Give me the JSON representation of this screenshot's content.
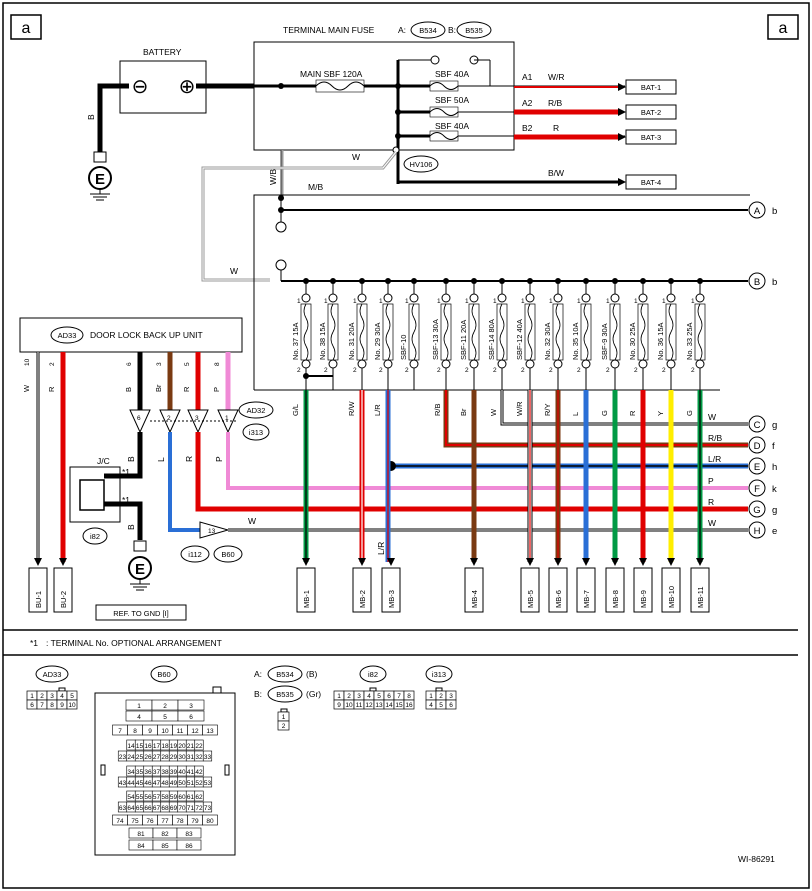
{
  "frame": {
    "corner_label": "a"
  },
  "fuse_box": {
    "title": "TERMINAL MAIN FUSE",
    "connector_prefix_a": "A:",
    "connector_a": "B534",
    "connector_prefix_b": "B:",
    "connector_b": "B535",
    "main_sbf": "MAIN SBF 120A",
    "sbf_a1": "SBF 40A",
    "sbf_a2": "SBF 50A",
    "sbf_b2": "SBF 40A",
    "connector_hv": "HV106"
  },
  "battery": {
    "label": "BATTERY",
    "minus": "⊖",
    "plus": "⊕",
    "wire_color": "B"
  },
  "ground": {
    "symbol": "E",
    "ref_label": "REF. TO GND [I]"
  },
  "bat_outputs": [
    {
      "pin": "A1",
      "wire": "W/R",
      "label": "BAT-1"
    },
    {
      "pin": "A2",
      "wire": "R/B",
      "label": "BAT-2"
    },
    {
      "pin": "B2",
      "wire": "R",
      "label": "BAT-3"
    },
    {
      "pin": "",
      "wire": "B/W",
      "label": "BAT-4"
    }
  ],
  "wire_labels": {
    "w1": "W",
    "wb": "W/B",
    "mb": "M/B",
    "w2": "W"
  },
  "bus_refs": [
    {
      "id": "A",
      "letter": "b"
    },
    {
      "id": "B",
      "letter": "b"
    }
  ],
  "fuses": [
    {
      "name": "No. 37 15A",
      "wire": "G/L"
    },
    {
      "name": "No. 38 15A",
      "wire": ""
    },
    {
      "name": "No. 31 20A",
      "wire": "R/W"
    },
    {
      "name": "No. 29 30A",
      "wire": "L/R"
    },
    {
      "name": "SBF-10",
      "wire": ""
    },
    {
      "name": "SBF-13 30A",
      "wire": "R/B"
    },
    {
      "name": "SBF-11 20A",
      "wire": "Br"
    },
    {
      "name": "SBF-14 80A",
      "wire": "W"
    },
    {
      "name": "SBF-12 40A",
      "wire": "W/R"
    },
    {
      "name": "No. 32 30A",
      "wire": "R/Y"
    },
    {
      "name": "No. 35 10A",
      "wire": "L"
    },
    {
      "name": "SBF-9 30A",
      "wire": "G"
    },
    {
      "name": "No. 30 25A",
      "wire": "R"
    },
    {
      "name": "No. 36 15A",
      "wire": "Y"
    },
    {
      "name": "No. 33 25A",
      "wire": "G"
    }
  ],
  "pin_labels": {
    "top": "1",
    "bottom": "2"
  },
  "door_lock": {
    "connector": "AD33",
    "title": "DOOR LOCK BACK UP UNIT",
    "pins": [
      "10",
      "2",
      "6",
      "3",
      "5",
      "8"
    ],
    "wires": [
      "W",
      "R",
      "B",
      "Br",
      "R",
      "P"
    ]
  },
  "ad32": {
    "connector_a": "AD32",
    "connector_b": "i313",
    "pins": [
      "6",
      "2",
      "3",
      "1"
    ],
    "lower_wires": [
      "B",
      "L",
      "R",
      "P"
    ]
  },
  "jc": {
    "label": "J/C",
    "star": "*1",
    "connector": "i82",
    "lower_wire": "B"
  },
  "i112": {
    "pin": "13",
    "connector_a": "i112",
    "connector_b": "B60",
    "wire": "W"
  },
  "right_refs": [
    {
      "id": "C",
      "letter": "g",
      "wire": "W"
    },
    {
      "id": "D",
      "letter": "f",
      "wire": "R/B"
    },
    {
      "id": "E",
      "letter": "h",
      "wire": "L/R"
    },
    {
      "id": "F",
      "letter": "k",
      "wire": "P"
    },
    {
      "id": "G",
      "letter": "g",
      "wire": "R"
    },
    {
      "id": "H",
      "letter": "e",
      "wire": "W"
    }
  ],
  "lr_wire": "L/R",
  "bottom_connectors": [
    "BU-1",
    "BU-2",
    "MB-1",
    "MB-2",
    "MB-3",
    "MB-4",
    "MB-5",
    "MB-6",
    "MB-7",
    "MB-8",
    "MB-9",
    "MB-10",
    "MB-11"
  ],
  "footnote": {
    "star": "*1",
    "text": ": TERMINAL No. OPTIONAL ARRANGEMENT"
  },
  "legend": {
    "ad33": {
      "name": "AD33",
      "rows": [
        [
          "1",
          "2",
          "3",
          "4",
          "5"
        ],
        [
          "6",
          "7",
          "8",
          "9",
          "10"
        ]
      ]
    },
    "b60": {
      "name": "B60"
    },
    "b534": {
      "prefix": "A:",
      "name": "B534",
      "color": "(B)"
    },
    "b535": {
      "prefix": "B:",
      "name": "B535",
      "color": "(Gr)",
      "pins": [
        "1",
        "2"
      ]
    },
    "i82": {
      "name": "i82",
      "rows": [
        [
          "1",
          "2",
          "3",
          "4",
          "5",
          "6",
          "7",
          "8"
        ],
        [
          "9",
          "10",
          "11",
          "12",
          "13",
          "14",
          "15",
          "16"
        ]
      ]
    },
    "i313": {
      "name": "i313",
      "rows": [
        [
          "1",
          "2",
          "3"
        ],
        [
          "4",
          "5",
          "6"
        ]
      ]
    }
  },
  "b60_rows": [
    [
      "1",
      "2",
      "3"
    ],
    [
      "4",
      "5",
      "6"
    ],
    [
      "7",
      "8",
      "9",
      "10",
      "11",
      "12",
      "13"
    ],
    [
      "14",
      "15",
      "16",
      "17",
      "18",
      "19",
      "20",
      "21",
      "22"
    ],
    [
      "23",
      "24",
      "25",
      "26",
      "27",
      "28",
      "29",
      "30",
      "31",
      "32",
      "33"
    ],
    [
      "34",
      "35",
      "36",
      "37",
      "38",
      "39",
      "40",
      "41",
      "42"
    ],
    [
      "43",
      "44",
      "45",
      "46",
      "47",
      "48",
      "49",
      "50",
      "51",
      "52",
      "53"
    ],
    [
      "54",
      "55",
      "56",
      "57",
      "58",
      "59",
      "60",
      "61",
      "62"
    ],
    [
      "63",
      "64",
      "65",
      "66",
      "67",
      "68",
      "69",
      "70",
      "71",
      "72",
      "73"
    ],
    [
      "74",
      "75",
      "76",
      "77",
      "78",
      "79",
      "80"
    ],
    [
      "81",
      "82",
      "83"
    ],
    [
      "84",
      "85",
      "86"
    ]
  ],
  "figure_id": "WI-86291",
  "colors": {
    "red": "#e00000",
    "green": "#009a44",
    "blue": "#2a6fd6",
    "brown": "#7a3a12",
    "pink": "#f08ad6",
    "yellow": "#ffee00",
    "gray": "#9a9a9a"
  }
}
